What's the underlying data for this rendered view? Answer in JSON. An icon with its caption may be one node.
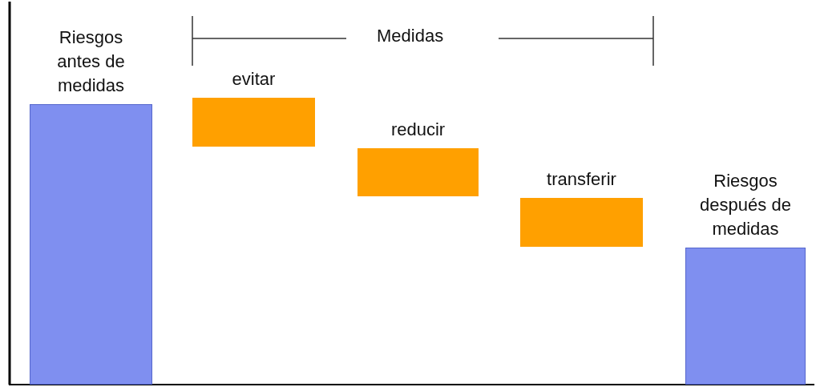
{
  "diagram": {
    "nodes": [
      {
        "text": [
          "Riesgos antes de medidas"
        ]
      },
      {
        "text": [
          "evitar"
        ]
      },
      {
        "text": [
          "reducir"
        ]
      },
      {
        "text": [
          "transferir"
        ]
      },
      {
        "text": [
          "Riesgos después de medidas"
        ]
      }
    ],
    "labels": [
      "Medidas"
    ]
  }
}
